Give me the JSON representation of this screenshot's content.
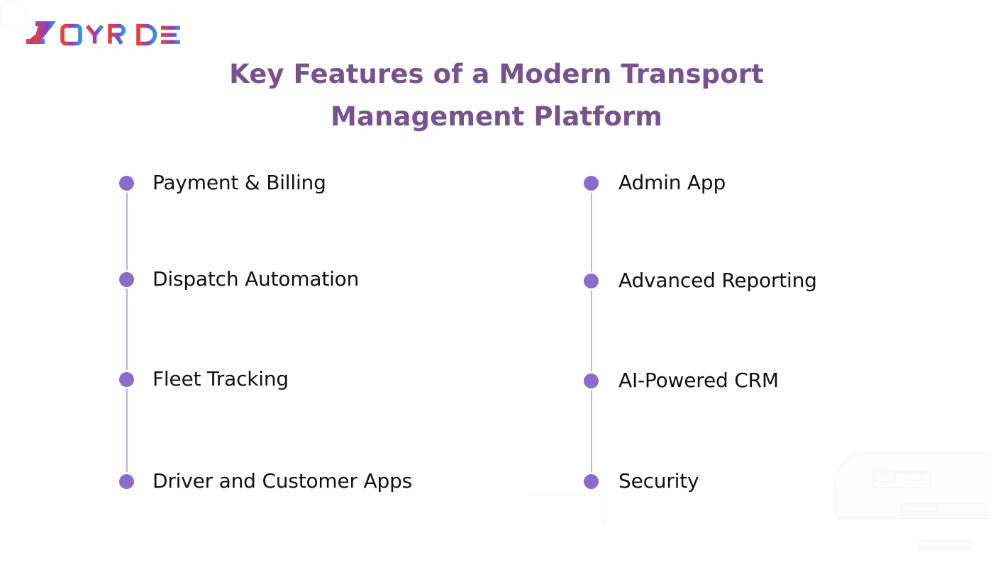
{
  "brand": {
    "name": "ZOYRIDE",
    "mark_letter": "Z",
    "wordmark": "OYRIDE",
    "gradient_start": "#e0443c",
    "gradient_mid": "#9b3fb6",
    "gradient_end": "#3a8fe0"
  },
  "header": {
    "title_line_1": "Key Features of a Modern Transport",
    "title_line_2": "Management Platform",
    "title_color": "#79518c"
  },
  "theme": {
    "background": "#ffffff",
    "dot_color": "#8b6cc8",
    "rail_color": "#c6aee0",
    "label_color": "#111111"
  },
  "features": {
    "left_column": [
      {
        "label": "Dispatch Automation"
      },
      {
        "label": "Fleet Tracking"
      },
      {
        "label": "Driver and Customer Apps"
      },
      {
        "label": "Payment & Billing"
      }
    ],
    "right_column": [
      {
        "label": "Advanced Reporting"
      },
      {
        "label": "AI-Powered CRM"
      },
      {
        "label": "Security"
      },
      {
        "label": "Admin App"
      }
    ]
  }
}
